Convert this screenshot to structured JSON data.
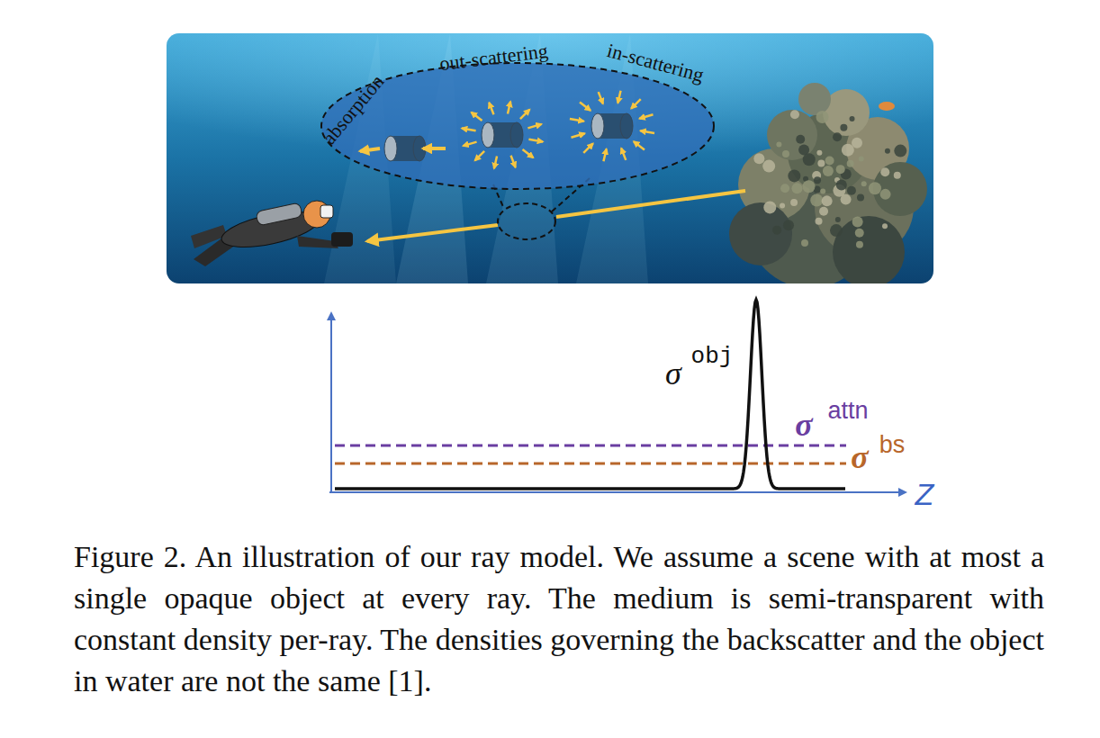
{
  "diagram": {
    "caption": "Figure 2. An illustration of our ray model. We assume a scene with at most a single opaque object at every ray. The medium is semi-transparent with constant density per-ray. The densities governing the backscatter and the object in water are not the same [1].",
    "labels": [
      "absorption",
      "out-scattering",
      "in-scattering",
      "σ",
      "obj",
      "σ",
      "attn",
      "σ",
      "bs",
      "Z"
    ]
  }
}
